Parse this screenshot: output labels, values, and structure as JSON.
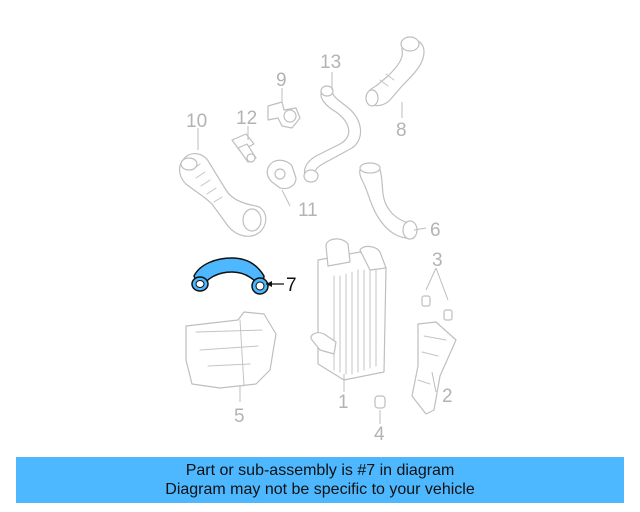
{
  "diagram": {
    "highlight_color": "#4db8ff",
    "highlighted_part": "7",
    "callouts": [
      "1",
      "2",
      "3",
      "4",
      "5",
      "6",
      "7",
      "8",
      "9",
      "10",
      "11",
      "12",
      "13"
    ]
  },
  "banner": {
    "line1": "Part or sub-assembly is #7 in diagram",
    "line2": "Diagram may not be specific to your vehicle",
    "background": "#4db8ff"
  }
}
